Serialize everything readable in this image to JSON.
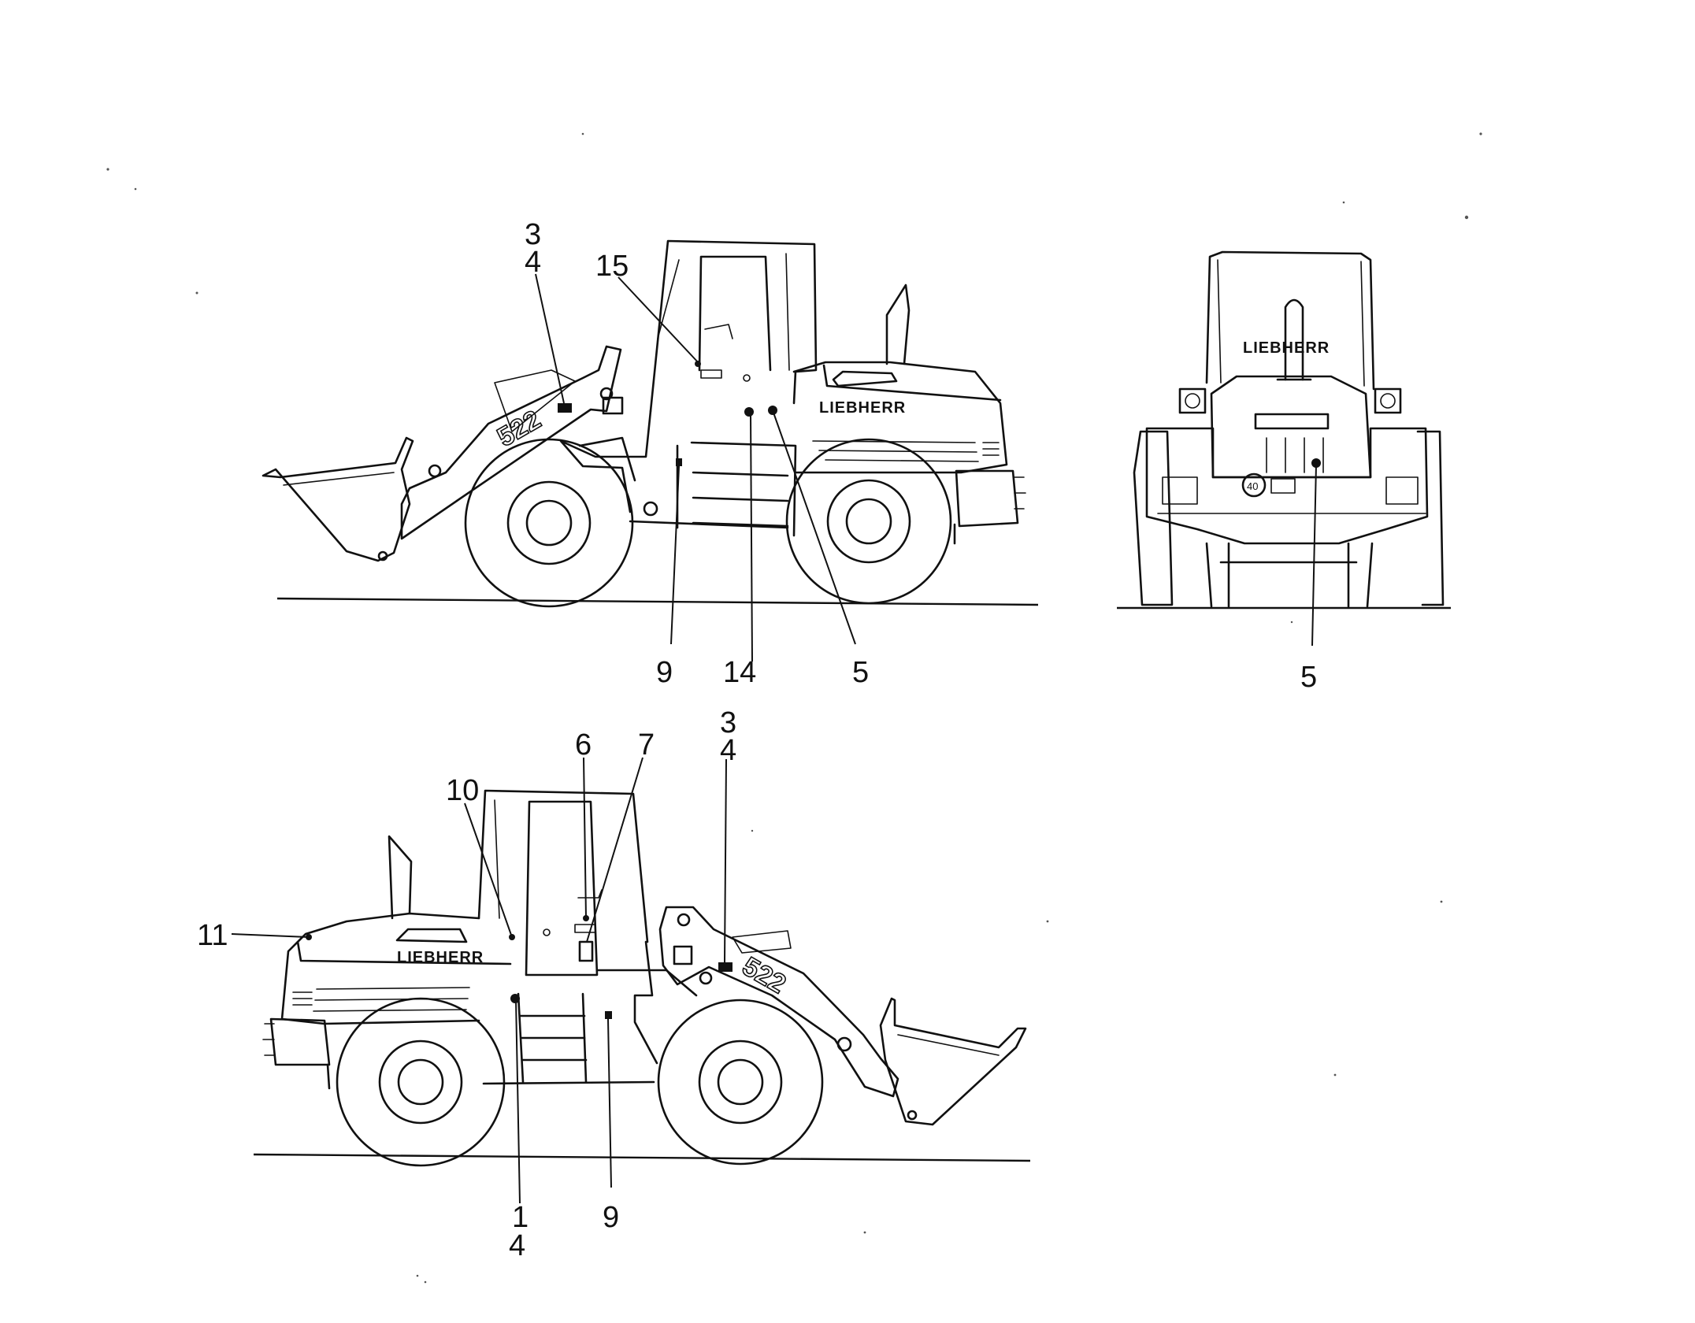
{
  "brand": "LIEBHERR",
  "model": "522",
  "speed_badge": "40",
  "views": {
    "top_side": {
      "labels": {
        "l3": "3",
        "l4": "4",
        "l15": "15",
        "l9": "9",
        "l14": "14",
        "l5": "5"
      }
    },
    "rear": {
      "labels": {
        "l5": "5"
      }
    },
    "bottom_side": {
      "labels": {
        "l11": "11",
        "l10": "10",
        "l6": "6",
        "l7": "7",
        "l3": "3",
        "l4": "4",
        "l1": "1",
        "l4b": "4",
        "l9": "9"
      }
    }
  }
}
